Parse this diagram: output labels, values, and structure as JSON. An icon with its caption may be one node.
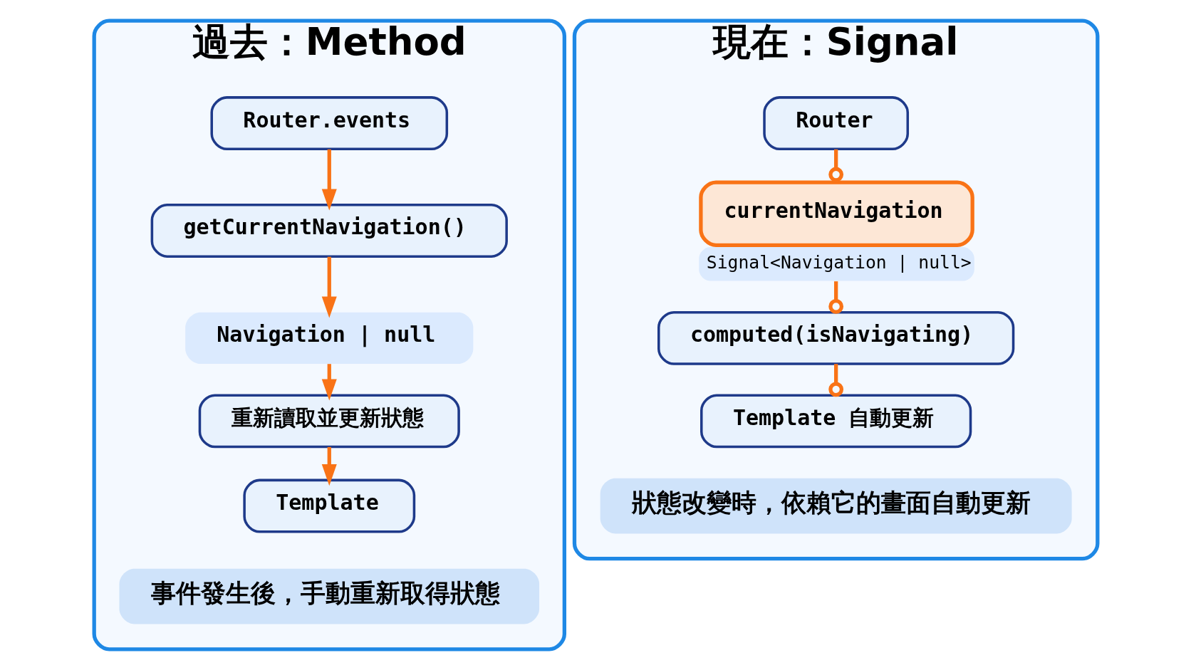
{
  "diagram": {
    "nodes": [
      {
        "text": [
          "過去：Method"
        ]
      },
      {
        "text": [
          "Router.events"
        ],
        "in": 0
      },
      {
        "text": [
          "getCurrentNavigation()"
        ],
        "in": 0
      },
      {
        "text": [
          "Navigation | null"
        ],
        "in": 0
      },
      {
        "text": [
          "重新讀取並更新狀態"
        ],
        "in": 0
      },
      {
        "text": [
          "Template"
        ],
        "in": 0
      },
      {
        "text": [
          "事件發生後，手動重新取得狀態"
        ],
        "in": 0
      },
      {
        "text": [
          "現在：Signal"
        ]
      },
      {
        "text": [
          "Router"
        ],
        "in": 7
      },
      {
        "text": [
          "currentNavigation"
        ],
        "in": 7,
        "beside": [
          "Signal<Navigation | null>"
        ]
      },
      {
        "text": [
          "computed(isNavigating)"
        ],
        "in": 7
      },
      {
        "text": [
          "Template 自動更新"
        ],
        "in": 7
      },
      {
        "text": [
          "狀態改變時，依賴它的畫面自動更新"
        ],
        "in": 7
      }
    ],
    "edges": [
      {
        "from": 1,
        "to": 2,
        "arrow": "to"
      },
      {
        "from": 2,
        "to": 3,
        "arrow": "to"
      },
      {
        "from": 3,
        "to": 4,
        "arrow": "to"
      },
      {
        "from": 4,
        "to": 5,
        "arrow": "to"
      },
      {
        "from": 8,
        "to": 9,
        "arrow": "other"
      },
      {
        "from": 9,
        "to": 10,
        "arrow": "other"
      },
      {
        "from": 10,
        "to": 11,
        "arrow": "other"
      }
    ]
  }
}
